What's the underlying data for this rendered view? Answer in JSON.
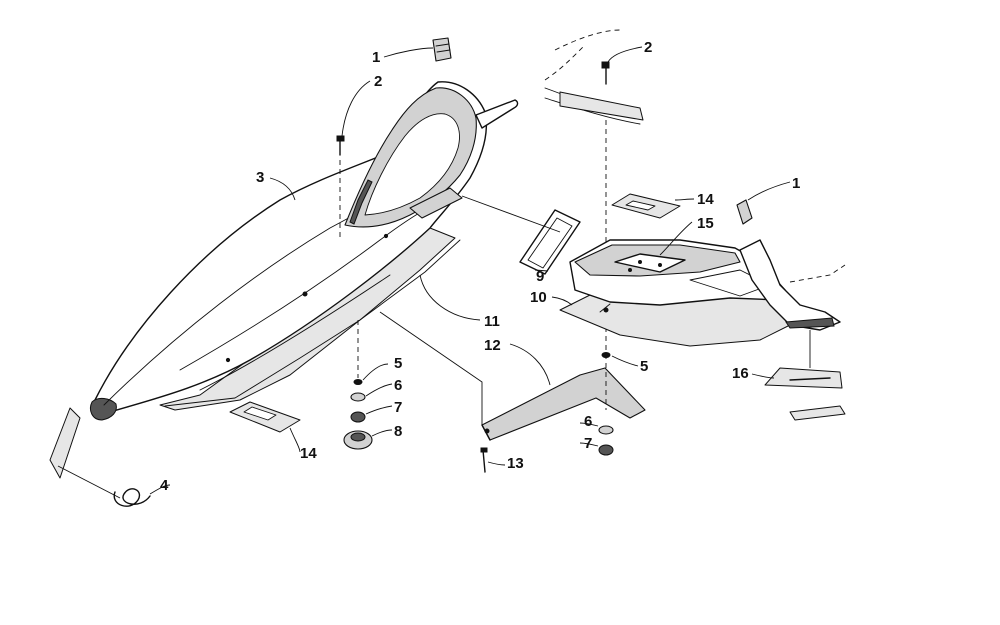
{
  "callouts": {
    "c1a": "1",
    "c2a": "2",
    "c3": "3",
    "c4": "4",
    "c5a": "5",
    "c6a": "6",
    "c7a": "7",
    "c8": "8",
    "c11": "11",
    "c12": "12",
    "c13": "13",
    "c14a": "14",
    "c2b": "2",
    "c1b": "1",
    "c14b": "14",
    "c15": "15",
    "c9": "9",
    "c10": "10",
    "c5b": "5",
    "c6b": "6",
    "c7b": "7",
    "c16": "16"
  }
}
